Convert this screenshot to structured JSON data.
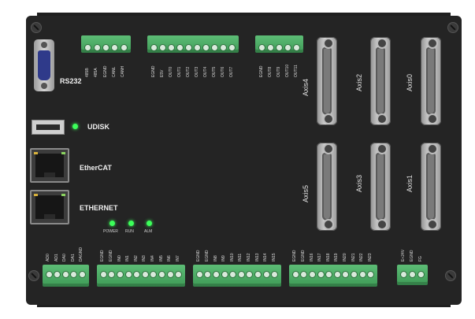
{
  "device": {
    "rs232_label": "RS232",
    "udisk_label": "UDISK",
    "ethercat_label": "EtherCAT",
    "ethernet_label": "ETHERNET",
    "leds": [
      "POWER",
      "RUN",
      "ALM"
    ],
    "axes": [
      "Axis4",
      "Axis2",
      "Axis0",
      "Axis5",
      "Axis3",
      "Axis1"
    ]
  },
  "top_terminals": {
    "comm": [
      "485B",
      "485A",
      "EGND",
      "CANL",
      "CANH"
    ],
    "outputs_a": [
      "EGND",
      "E5V",
      "OUT0",
      "OUT1",
      "OUT2",
      "OUT3",
      "OUT4",
      "OUT5",
      "OUT6",
      "OUT7"
    ],
    "outputs_b": [
      "EGND",
      "OUT8",
      "OUT9",
      "OUT10",
      "OUT11"
    ]
  },
  "bottom_terminals": {
    "analog": [
      "AD0",
      "AD1",
      "DA0",
      "DA1",
      "DAGND"
    ],
    "inputs_a": [
      "EGND",
      "EGND",
      "IN0",
      "IN1",
      "IN2",
      "IN3",
      "IN4",
      "IN5",
      "IN6",
      "IN7"
    ],
    "inputs_b": [
      "EGND",
      "EGND",
      "IN8",
      "IN9",
      "IN10",
      "IN11",
      "IN12",
      "IN13",
      "IN14",
      "IN15"
    ],
    "inputs_c": [
      "EGND",
      "EGND",
      "IN16",
      "IN17",
      "IN18",
      "IN19",
      "IN20",
      "IN21",
      "IN22",
      "IN23"
    ],
    "power": [
      "E+24V",
      "EGND",
      "FG"
    ]
  }
}
